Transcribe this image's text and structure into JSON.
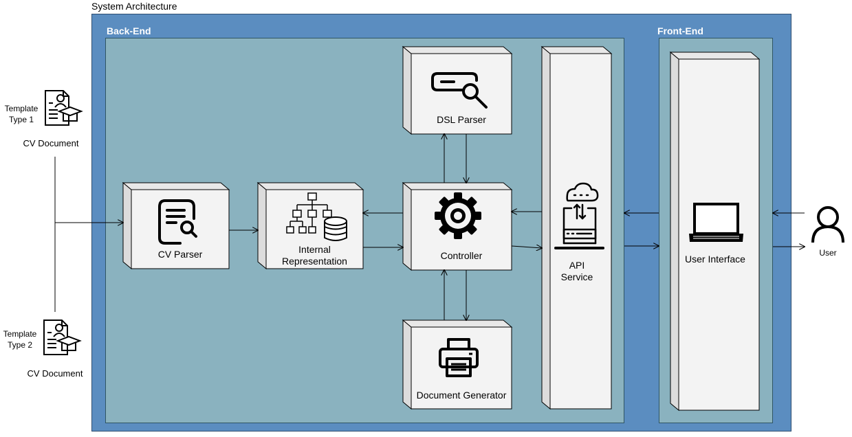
{
  "title": "System Architecture",
  "regions": {
    "backend": "Back-End",
    "frontend": "Front-End"
  },
  "inputs": [
    {
      "template_label": "Template\nType 1",
      "doc_label": "CV Document",
      "icon": "cv-document-icon"
    },
    {
      "template_label": "Template\nType 2",
      "doc_label": "CV Document",
      "icon": "cv-document-icon"
    }
  ],
  "components": {
    "cv_parser": {
      "label": "CV Parser",
      "icon": "document-search-icon"
    },
    "internal_representation": {
      "label": "Internal\nRepresentation",
      "icon": "hierarchy-database-icon"
    },
    "dsl_parser": {
      "label": "DSL Parser",
      "icon": "search-bar-icon"
    },
    "controller": {
      "label": "Controller",
      "icon": "gear-icon"
    },
    "document_generator": {
      "label": "Document Generator",
      "icon": "printer-icon"
    },
    "api_service": {
      "label": "API\nService",
      "icon": "cloud-server-icon"
    },
    "user_interface": {
      "label": "User Interface",
      "icon": "laptop-icon"
    }
  },
  "user": {
    "label": "User",
    "icon": "user-icon"
  },
  "colors": {
    "outer": "#5b8dc0",
    "inner": "#8ab2bf",
    "box_face": "#f3f3f3",
    "box_side": "#dcdcdc"
  }
}
